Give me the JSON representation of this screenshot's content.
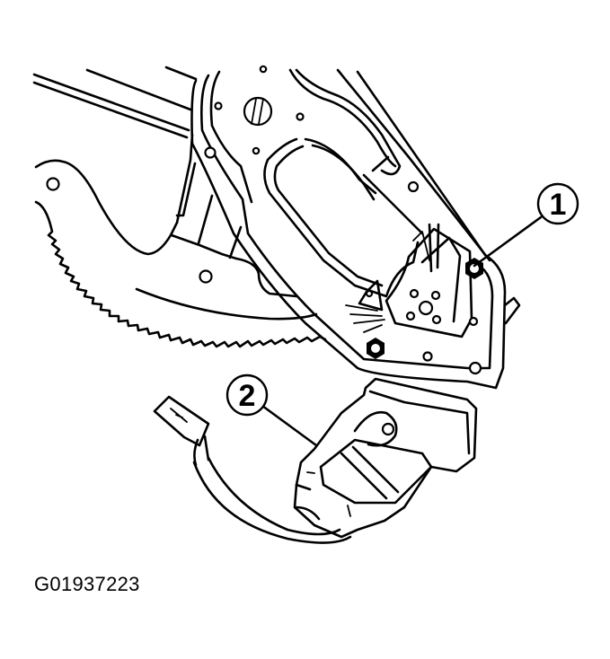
{
  "figure": {
    "caption_id": "G01937223",
    "subject": "window regulator assembly with motor",
    "line_color": "#000000",
    "background_color": "#ffffff"
  },
  "callouts": [
    {
      "number": "1",
      "target": "regulator-mounting-bolt"
    },
    {
      "number": "2",
      "target": "window-regulator-motor"
    }
  ]
}
